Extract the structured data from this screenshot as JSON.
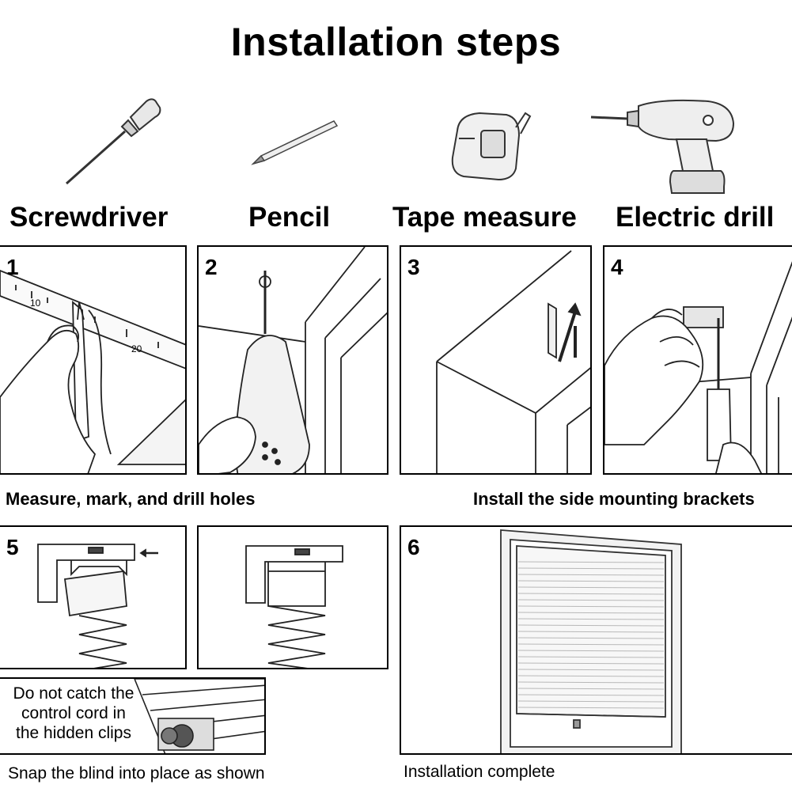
{
  "title": "Installation steps",
  "tools": [
    {
      "label": "Screwdriver",
      "icon": "screwdriver-icon"
    },
    {
      "label": "Pencil",
      "icon": "pencil-icon"
    },
    {
      "label": "Tape measure",
      "icon": "tape-measure-icon"
    },
    {
      "label": "Electric drill",
      "icon": "electric-drill-icon"
    }
  ],
  "steps": [
    {
      "number": "1",
      "illustration": "hand-marking-with-ruler"
    },
    {
      "number": "2",
      "illustration": "drilling-hole"
    },
    {
      "number": "3",
      "illustration": "wall-anchor-insertion"
    },
    {
      "number": "4",
      "illustration": "screwing-bracket"
    },
    {
      "number": "5",
      "illustration": "clipping-blind-into-bracket"
    },
    {
      "number": "",
      "illustration": "blind-snapped-in-bracket"
    },
    {
      "number": "6",
      "illustration": "installed-blind"
    }
  ],
  "captions": {
    "measure": "Measure, mark, and drill holes",
    "brackets": "Install the side mounting brackets",
    "snap": "Snap the blind into place as shown",
    "complete": "Installation complete"
  },
  "note": {
    "line1": "Do not catch the",
    "line2": "control cord in",
    "line3": "the hidden clips"
  },
  "ruler_ticks": [
    "10",
    "20"
  ]
}
